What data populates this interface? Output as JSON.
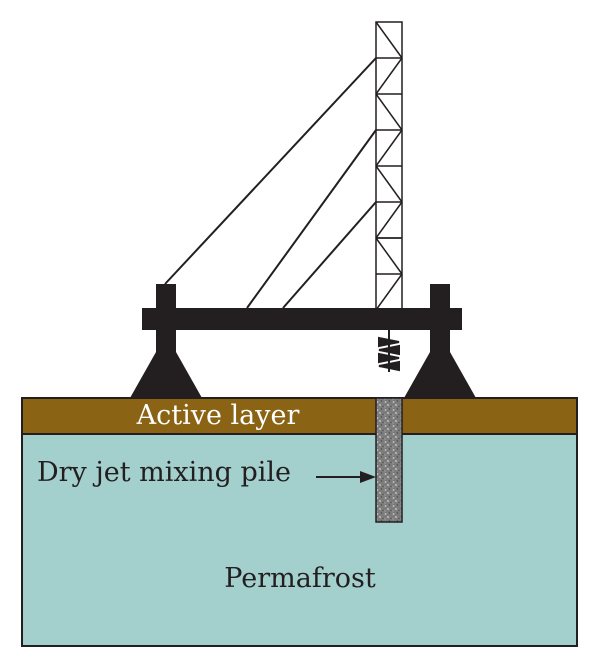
{
  "labels": {
    "active_layer": "Active layer",
    "pile": "Dry jet mixing pile",
    "permafrost": "Permafrost"
  },
  "colors": {
    "active_layer": "#8a6414",
    "permafrost": "#a3cfcd",
    "rig": "#231f20",
    "pile": "#7a7a7a",
    "active_layer_text": "#ffffff",
    "text": "#231f20",
    "outline": "#231f20"
  }
}
